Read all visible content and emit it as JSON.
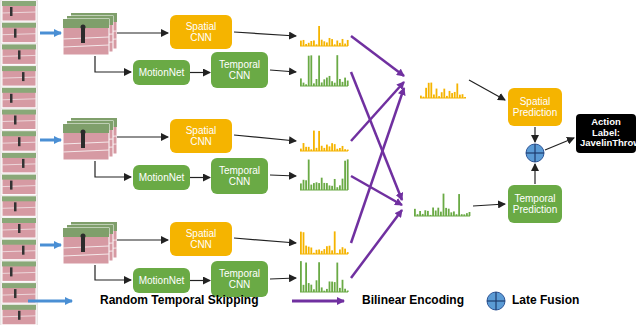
{
  "diagram": {
    "nodes": [
      {
        "text": [
          "Spatial CNN"
        ]
      },
      {
        "text": [
          "MotionNet"
        ]
      },
      {
        "text": [
          "Temporal CNN"
        ]
      },
      {
        "text": [
          "Spatial CNN"
        ]
      },
      {
        "text": [
          "MotionNet"
        ]
      },
      {
        "text": [
          "Temporal CNN"
        ]
      },
      {
        "text": [
          "Spatial CNN"
        ]
      },
      {
        "text": [
          "MotionNet"
        ]
      },
      {
        "text": [
          "Temporal CNN"
        ]
      },
      {
        "text": [
          "Spatial Prediction"
        ]
      },
      {
        "text": [
          "Temporal Prediction"
        ]
      },
      {
        "text": [
          "Action Label: JavelinThrow"
        ]
      }
    ],
    "edges": [
      {
        "from": 1,
        "to": 2,
        "arrow": "to"
      },
      {
        "from": 4,
        "to": 5,
        "arrow": "to"
      },
      {
        "from": 7,
        "to": 8,
        "arrow": "to"
      }
    ],
    "legend": [
      {
        "text": "Random Temporal Skipping"
      },
      {
        "text": "Bilinear Encoding"
      },
      {
        "text": "Late Fusion"
      }
    ]
  }
}
